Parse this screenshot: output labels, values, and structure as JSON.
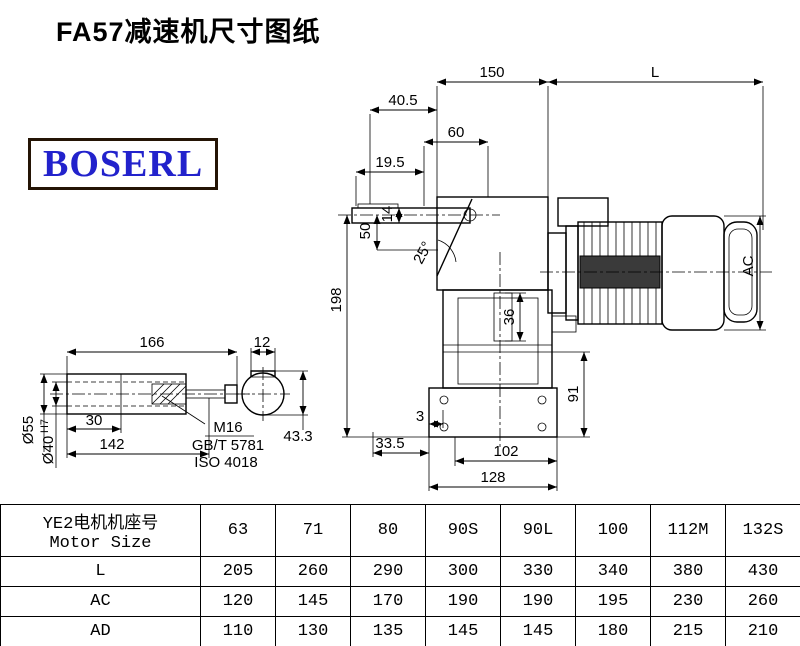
{
  "page": {
    "title": "FA57减速机尺寸图纸"
  },
  "logo": {
    "text": "BOSERL",
    "text_color": "#2222cc"
  },
  "drawing": {
    "dims": {
      "top_width": "150",
      "motor_length": "L",
      "d40_5": "40.5",
      "d60": "60",
      "d19_5": "19.5",
      "d14": "14",
      "d50": "50",
      "angle": "25°",
      "d198": "198",
      "d36": "36",
      "ac": "AC",
      "d91": "91",
      "d3": "3",
      "d33_5": "33.5",
      "d102": "102",
      "d128": "128",
      "d166": "166",
      "d12": "12",
      "d30": "30",
      "d142": "142",
      "dia55": "Ø55",
      "dia40": "Ø40",
      "dia40_tol": "H7",
      "thread": "M16",
      "std1": "GB/T 5781",
      "std2": "ISO 4018",
      "d43_3": "43.3"
    }
  },
  "table": {
    "header": {
      "line1": "YE2电机机座号",
      "line2": "Motor Size"
    },
    "sizes": [
      "63",
      "71",
      "80",
      "90S",
      "90L",
      "100",
      "112M",
      "132S"
    ],
    "rows": [
      {
        "label": "L",
        "values": [
          "205",
          "260",
          "290",
          "300",
          "330",
          "340",
          "380",
          "430"
        ]
      },
      {
        "label": "AC",
        "values": [
          "120",
          "145",
          "170",
          "190",
          "190",
          "195",
          "230",
          "260"
        ]
      },
      {
        "label": "AD",
        "values": [
          "110",
          "130",
          "135",
          "145",
          "145",
          "180",
          "215",
          "210"
        ]
      }
    ]
  }
}
